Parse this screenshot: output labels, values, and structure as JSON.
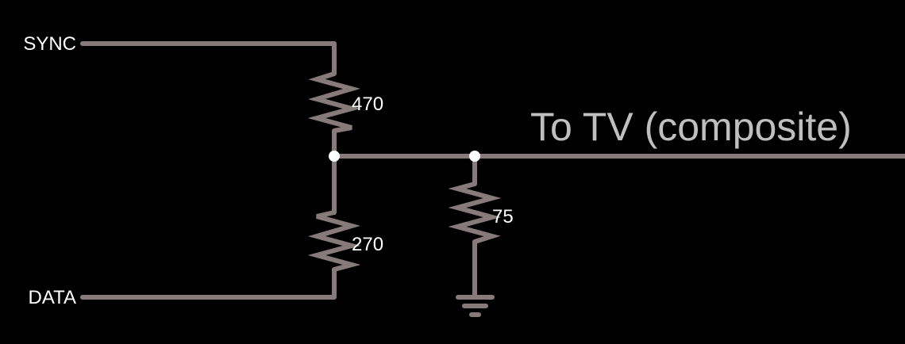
{
  "diagram": {
    "title": "To TV (composite)",
    "inputs": {
      "sync": "SYNC",
      "data": "DATA"
    },
    "resistors": [
      {
        "id": "r1",
        "value": "470",
        "connects": [
          "SYNC",
          "output node"
        ]
      },
      {
        "id": "r2",
        "value": "270",
        "connects": [
          "DATA",
          "output node"
        ]
      },
      {
        "id": "r3",
        "value": "75",
        "connects": [
          "output node",
          "ground"
        ]
      }
    ],
    "ground": "ground",
    "colors": {
      "background": "#000000",
      "wire": "#877a7a",
      "junction": "#ffffff",
      "label": "#ffffff",
      "title": "#bfbfbf"
    }
  }
}
